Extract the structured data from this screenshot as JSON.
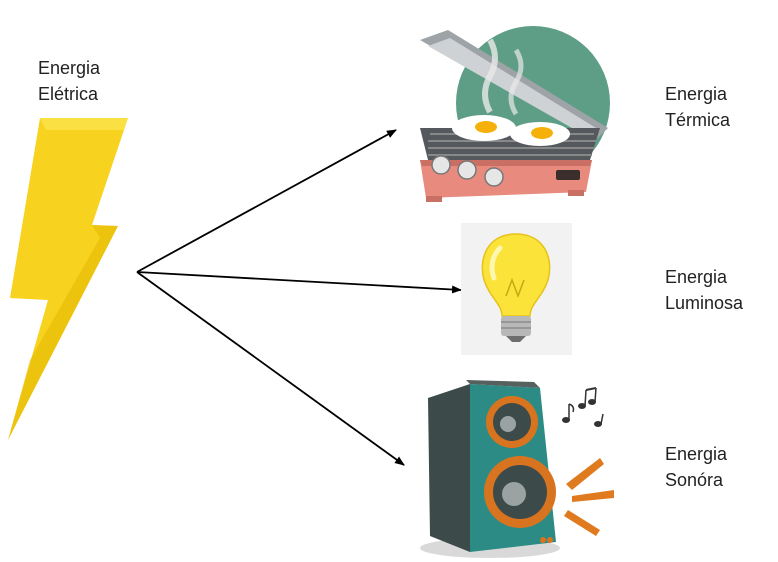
{
  "source": {
    "line1": "Energia",
    "line2": "Elétrica"
  },
  "targets": [
    {
      "id": "termica",
      "line1": "Energia",
      "line2": "Térmica"
    },
    {
      "id": "luminosa",
      "line1": "Energia",
      "line2": "Luminosa"
    },
    {
      "id": "sonora",
      "line1": "Energia",
      "line2": "Sonóra"
    }
  ],
  "colors": {
    "bolt": "#f7d21e",
    "bolt_shadow": "#e6b800",
    "arrow": "#000000",
    "grill_body": "#e88a7e",
    "grill_top": "#b9bcc0",
    "grill_bg": "#5f9e86",
    "bulb": "#fbe33a",
    "speaker_body": "#3d4a4a",
    "speaker_front": "#2c8c85",
    "speaker_ring": "#d8741f",
    "sound_marks": "#e07a1f"
  },
  "icons": [
    "lightning-bolt-icon",
    "grill-icon",
    "light-bulb-icon",
    "speaker-icon",
    "music-notes-icon"
  ]
}
